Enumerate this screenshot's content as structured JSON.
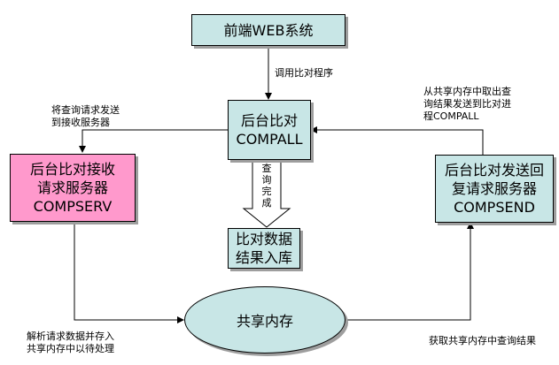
{
  "nodes": {
    "frontend": {
      "lines": [
        "前端WEB系统"
      ],
      "color": "#c8e6e6"
    },
    "compall": {
      "lines": [
        "后台比对",
        "COMPALL"
      ],
      "color": "#c8e6e6"
    },
    "compserv": {
      "lines": [
        "后台比对接收",
        "请求服务器",
        "COMPSERV"
      ],
      "color": "#ff99cc"
    },
    "compsend": {
      "lines": [
        "后台比对发送回",
        "复请求服务器",
        "COMPSEND"
      ],
      "color": "#c8e6e6"
    },
    "store": {
      "lines": [
        "比对数据",
        "结果入库"
      ],
      "color": "#c8e6e6"
    },
    "shared_mem": {
      "label": "共享内存",
      "color": "#c8e6e6"
    }
  },
  "edge_labels": {
    "call_compare": "调用比对程序",
    "forward": [
      "将查询请求发送",
      "到接收服务器"
    ],
    "from_shared": [
      "从共享内存中取出查",
      "询结果发送到比对进",
      "程COMPALL"
    ],
    "query_done": "查询完成",
    "parse_store": [
      "解析请求数据并存入",
      "共享内存中以待处理"
    ],
    "fetch_result": "获取共享内存中查询结果"
  }
}
